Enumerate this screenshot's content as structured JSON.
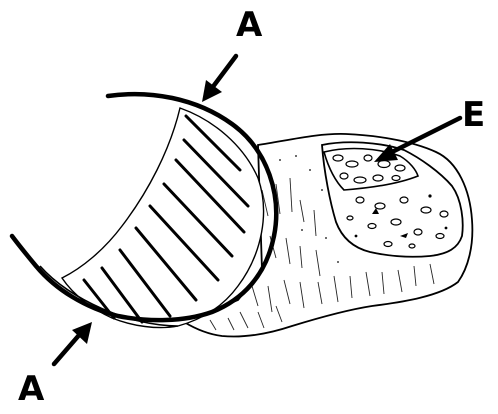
{
  "figure": {
    "labels": {
      "top_a": "A",
      "bottom_a": "A",
      "e": "E"
    }
  },
  "colors": {
    "ink": "#000000",
    "paper": "#ffffff"
  }
}
